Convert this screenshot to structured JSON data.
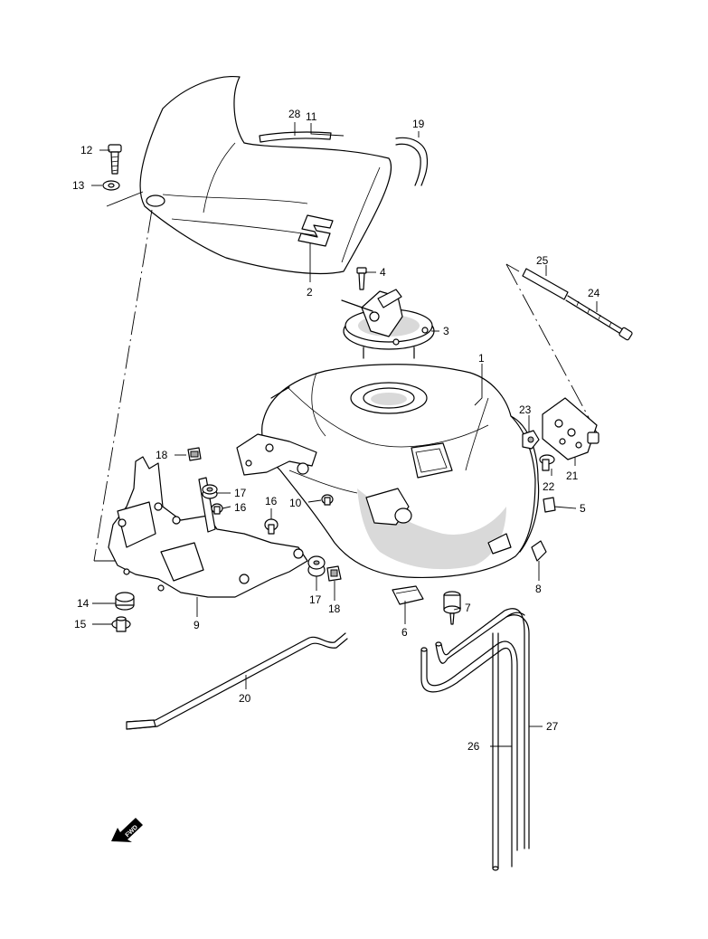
{
  "callouts": {
    "c1": "1",
    "c2": "2",
    "c3": "3",
    "c4": "4",
    "c5": "5",
    "c6": "6",
    "c7": "7",
    "c8": "8",
    "c9": "9",
    "c10": "10",
    "c11": "11",
    "c12": "12",
    "c13": "13",
    "c14": "14",
    "c15": "15",
    "c16a": "16",
    "c16b": "16",
    "c17a": "17",
    "c17b": "17",
    "c18a": "18",
    "c18b": "18",
    "c19": "19",
    "c20": "20",
    "c21": "21",
    "c22": "22",
    "c23": "23",
    "c24": "24",
    "c25": "25",
    "c26": "26",
    "c27": "27",
    "c28": "28"
  },
  "fwd_label": "FWD",
  "icons": {
    "forward": "forward-arrow-icon"
  }
}
